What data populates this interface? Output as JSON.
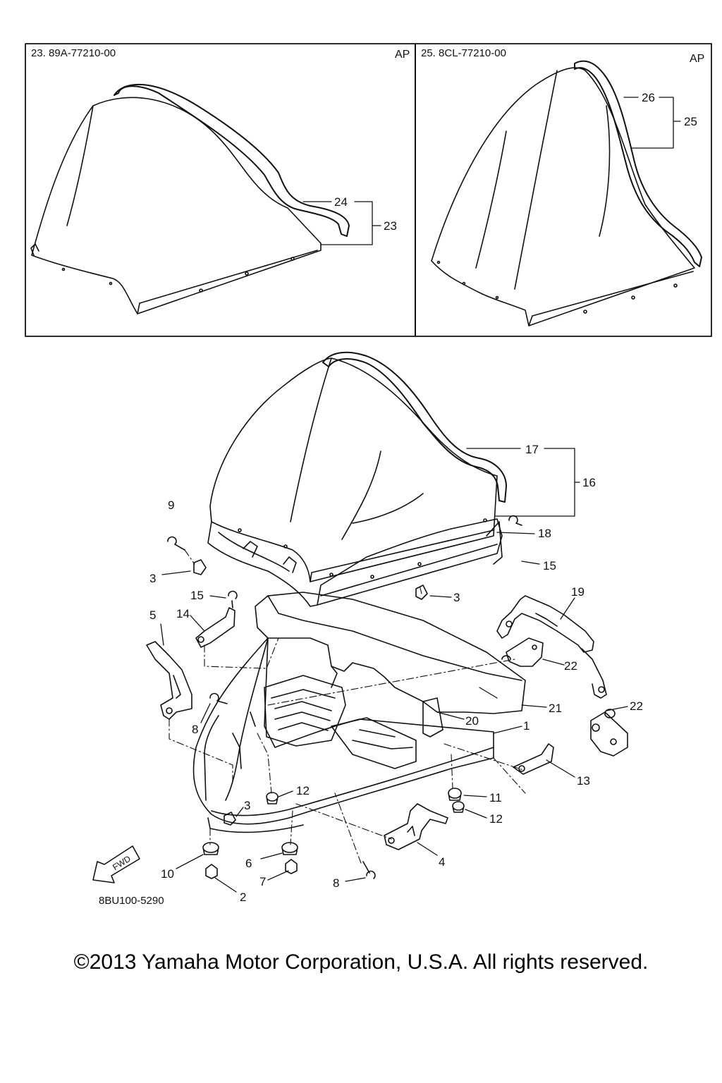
{
  "insets": [
    {
      "code": "23. 89A-77210-00",
      "tag": "AP"
    },
    {
      "code": "25. 8CL-77210-00",
      "tag": "AP"
    }
  ],
  "callouts": {
    "c1": "1",
    "c2": "2",
    "c3a": "3",
    "c3b": "3",
    "c3c": "3",
    "c4": "4",
    "c5": "5",
    "c6": "6",
    "c7": "7",
    "c8a": "8",
    "c8b": "8",
    "c9": "9",
    "c10": "10",
    "c11": "11",
    "c12a": "12",
    "c12b": "12",
    "c13": "13",
    "c14": "14",
    "c15a": "15",
    "c15b": "15",
    "c16": "16",
    "c17": "17",
    "c18": "18",
    "c19": "19",
    "c20": "20",
    "c21": "21",
    "c22a": "22",
    "c22b": "22",
    "c23": "23",
    "c24": "24",
    "c25": "25",
    "c26": "26"
  },
  "fwd_label": "FWD",
  "drawing_code": "8BU100-5290",
  "copyright": "©2013 Yamaha Motor Corporation, U.S.A. All rights reserved.",
  "colors": {
    "ink": "#111111",
    "background": "#ffffff"
  }
}
